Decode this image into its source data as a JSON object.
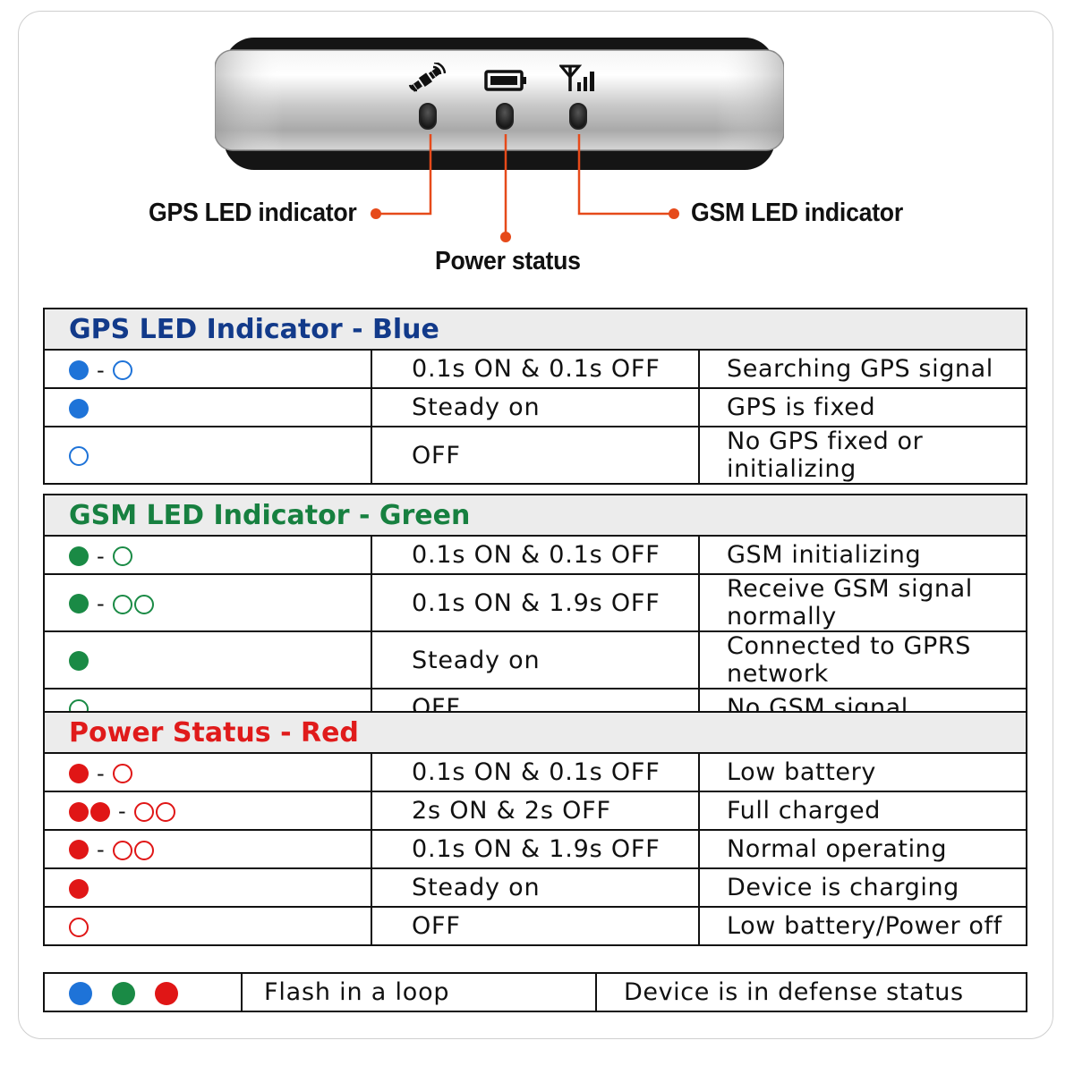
{
  "colors": {
    "blue": "#1e73d8",
    "green": "#1a8a45",
    "red": "#e01616",
    "leader": "#e64a1a"
  },
  "device": {
    "icons": [
      "satellite-icon",
      "battery-icon",
      "signal-antenna-icon"
    ]
  },
  "callouts": {
    "gps": "GPS LED indicator",
    "power": "Power status",
    "gsm": "GSM LED indicator"
  },
  "gps_table": {
    "title": "GPS LED Indicator - Blue",
    "rows": [
      {
        "pattern": "blink-1",
        "timing": "0.1s ON & 0.1s OFF",
        "meaning": "Searching GPS signal"
      },
      {
        "pattern": "on",
        "timing": "Steady on",
        "meaning": "GPS is fixed"
      },
      {
        "pattern": "off",
        "timing": "OFF",
        "meaning": "No GPS fixed  or initializing"
      }
    ]
  },
  "gsm_table": {
    "title": "GSM LED Indicator - Green",
    "rows": [
      {
        "pattern": "blink-1",
        "timing": "0.1s ON & 0.1s OFF",
        "meaning": "GSM initializing"
      },
      {
        "pattern": "blink-2",
        "timing": "0.1s ON & 1.9s OFF",
        "meaning": "Receive GSM signal normally"
      },
      {
        "pattern": "on",
        "timing": "Steady on",
        "meaning": "Connected to GPRS network"
      },
      {
        "pattern": "off",
        "timing": "OFF",
        "meaning": "No GSM signal"
      }
    ]
  },
  "power_table": {
    "title": "Power Status - Red",
    "rows": [
      {
        "pattern": "blink-1",
        "timing": "0.1s ON & 0.1s OFF",
        "meaning": "Low battery"
      },
      {
        "pattern": "double",
        "timing": "2s ON & 2s OFF",
        "meaning": "Full charged"
      },
      {
        "pattern": "blink-2",
        "timing": "0.1s ON & 1.9s OFF",
        "meaning": "Normal operating"
      },
      {
        "pattern": "on",
        "timing": "Steady on",
        "meaning": "Device is charging"
      },
      {
        "pattern": "off",
        "timing": "OFF",
        "meaning": "Low battery/Power off"
      }
    ]
  },
  "combo_row": {
    "timing": "Flash in a loop",
    "meaning": "Device is in defense status"
  }
}
